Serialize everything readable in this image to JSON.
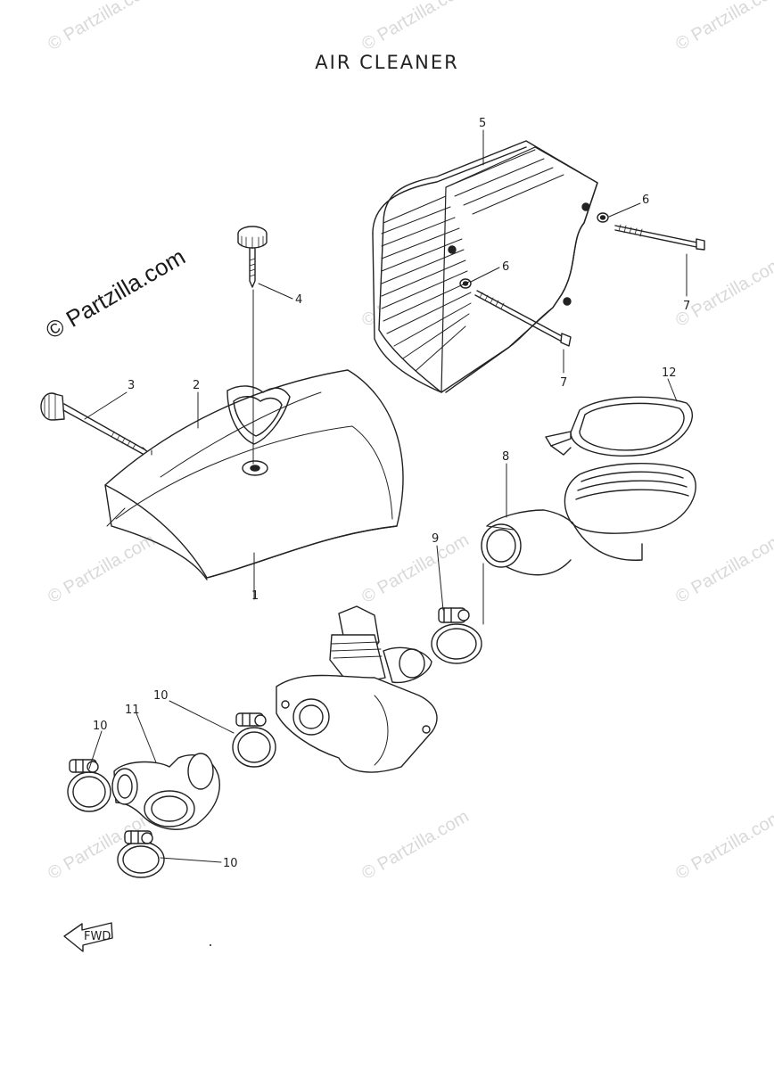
{
  "title": "AIR CLEANER",
  "watermark": "© Partzilla.com",
  "fwd_label": "FWD",
  "callouts": {
    "c1": "1",
    "c2": "2",
    "c3": "3",
    "c4": "4",
    "c5": "5",
    "c6a": "6",
    "c6b": "6",
    "c7a": "7",
    "c7b": "7",
    "c8": "8",
    "c9": "9",
    "c10a": "10",
    "c10b": "10",
    "c10c": "10",
    "c11": "11",
    "c12": "12"
  },
  "colors": {
    "ink": "#222222",
    "watermark": "#d9d9d9",
    "background": "#ffffff"
  }
}
